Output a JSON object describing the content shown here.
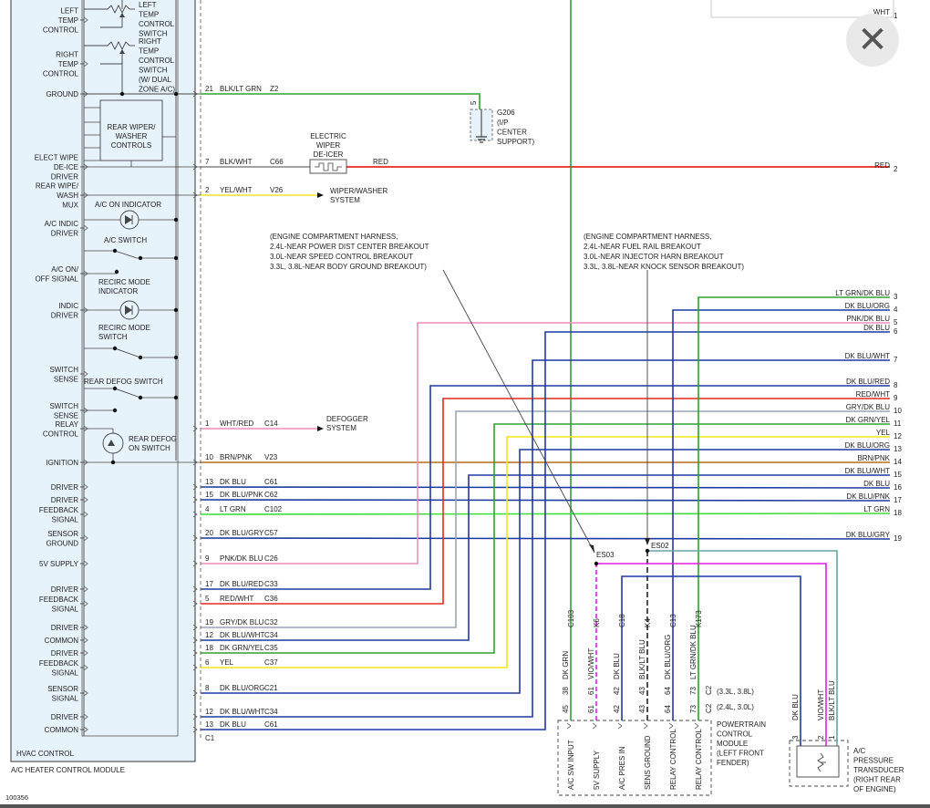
{
  "viewer": {
    "close_icon": "close-icon",
    "bottom_ref": "100356"
  },
  "module": {
    "name": "A/C HEATER CONTROL MODULE",
    "section": "HVAC CONTROL",
    "connector": "C1",
    "pins": [
      {
        "label": [
          "LEFT",
          "TEMP",
          "CONTROL"
        ],
        "pin": ""
      },
      {
        "label": [
          "RIGHT",
          "TEMP",
          "CONTROL"
        ],
        "pin": ""
      },
      {
        "label": [
          "GROUND"
        ],
        "pin": "21",
        "wire": "BLK/LT GRN",
        "circuit": "Z2"
      },
      {
        "label": [
          "ELECT WIPE",
          "DE-ICE",
          "DRIVER"
        ],
        "pin": "7",
        "wire": "BLK/WHT",
        "circuit": "C66"
      },
      {
        "label": [
          "REAR WIPE/",
          "WASH",
          "MUX"
        ],
        "pin": "2",
        "wire": "YEL/WHT",
        "circuit": "V26"
      },
      {
        "label": [
          "A/C INDIC",
          "DRIVER"
        ],
        "pin": ""
      },
      {
        "label": [
          "A/C ON/",
          "OFF SIGNAL"
        ],
        "pin": ""
      },
      {
        "label": [
          "INDIC",
          "DRIVER"
        ],
        "pin": ""
      },
      {
        "label": [
          "SWITCH",
          "SENSE"
        ],
        "pin": ""
      },
      {
        "label": [
          "SWITCH",
          "SENSE"
        ],
        "pin": ""
      },
      {
        "label": [
          "RELAY",
          "CONTROL"
        ],
        "pin": "1",
        "wire": "WHT/RED",
        "circuit": "C14"
      },
      {
        "label": [
          "IGNITION"
        ],
        "pin": "10",
        "wire": "BRN/PNK",
        "circuit": "V23"
      },
      {
        "label": [
          "DRIVER"
        ],
        "pin": "13",
        "wire": "DK BLU",
        "circuit": "C61"
      },
      {
        "label": [
          "DRIVER"
        ],
        "pin": "15",
        "wire": "DK BLU/PNK",
        "circuit": "C62"
      },
      {
        "label": [
          "FEEDBACK",
          "SIGNAL"
        ],
        "pin": "4",
        "wire": "LT GRN",
        "circuit": "C102"
      },
      {
        "label": [
          "SENSOR",
          "GROUND"
        ],
        "pin": "20",
        "wire": "DK BLU/GRY",
        "circuit": "C57"
      },
      {
        "label": [
          "5V SUPPLY"
        ],
        "pin": "9",
        "wire": "PNK/DK BLU",
        "circuit": "C26"
      },
      {
        "label": [
          "DRIVER"
        ],
        "pin": "17",
        "wire": "DK BLU/RED",
        "circuit": "C33"
      },
      {
        "label": [
          "FEEDBACK",
          "SIGNAL"
        ],
        "pin": "5",
        "wire": "RED/WHT",
        "circuit": "C36"
      },
      {
        "label": [
          "DRIVER"
        ],
        "pin": "19",
        "wire": "GRY/DK BLU",
        "circuit": "C32"
      },
      {
        "label": [
          "COMMON"
        ],
        "pin": "12",
        "wire": "DK BLU/WHT",
        "circuit": "C34"
      },
      {
        "label": [
          "DRIVER"
        ],
        "pin": "18",
        "wire": "DK GRN/YEL",
        "circuit": "C35"
      },
      {
        "label": [
          "FEEDBACK",
          "SIGNAL"
        ],
        "pin": "6",
        "wire": "YEL",
        "circuit": "C37"
      },
      {
        "label": [
          "SENSOR",
          "SIGNAL"
        ],
        "pin": "8",
        "wire": "DK BLU/ORG",
        "circuit": "C21"
      },
      {
        "label": [
          "DRIVER"
        ],
        "pin": "12",
        "wire": "DK BLU/WHT",
        "circuit": "C34"
      },
      {
        "label": [
          "COMMON"
        ],
        "pin": "13",
        "wire": "DK BLU",
        "circuit": "C61"
      }
    ],
    "internal": {
      "left_temp_switch": [
        "LEFT",
        "TEMP",
        "CONTROL",
        "SWITCH"
      ],
      "right_temp_switch": [
        "RIGHT",
        "TEMP",
        "CONTROL",
        "SWITCH",
        "(W/ DUAL",
        "ZONE A/C)"
      ],
      "rear_wiper_box": [
        "REAR WIPER/",
        "WASHER",
        "CONTROLS"
      ],
      "ac_on_indicator": "A/C ON INDICATOR",
      "ac_switch": "A/C SWITCH",
      "recirc_indicator": [
        "RECIRC MODE",
        "INDICATOR"
      ],
      "recirc_switch": [
        "RECIRC MODE",
        "SWITCH"
      ],
      "rear_defog_switch": "REAR DEFOG SWITCH",
      "rear_defog_on": [
        "REAR DEFOG",
        "ON SWITCH"
      ]
    }
  },
  "ground": {
    "name": "G206",
    "pin": "5",
    "desc": [
      "(I/P",
      "CENTER",
      "SUPPORT)"
    ]
  },
  "deicer": {
    "name": [
      "ELECTRIC",
      "WIPER",
      "DE-ICER"
    ],
    "wire": "RED"
  },
  "wiper_system": [
    "WIPER/WASHER",
    "SYSTEM"
  ],
  "defogger_system": [
    "DEFOGGER",
    "SYSTEM"
  ],
  "note_left": [
    "(ENGINE COMPARTMENT HARNESS,",
    "2.4L-NEAR POWER DIST CENTER BREAKOUT",
    "3.0L-NEAR SPEED CONTROL BREAKOUT",
    "3.3L, 3.8L-NEAR BODY GROUND BREAKOUT)"
  ],
  "note_right": [
    "(ENGINE COMPARTMENT HARNESS,",
    "2.4L-NEAR FUEL RAIL BREAKOUT",
    "3.0L-NEAR INJECTOR HARN BREAKOUT",
    "3.3L, 3.8L-NEAR KNOCK SENSOR BREAKOUT)"
  ],
  "splices": {
    "es03": "ES03",
    "es02": "ES02"
  },
  "right_connector": [
    {
      "wire": "WHT",
      "pin": "1"
    },
    {
      "wire": "RED",
      "pin": "2"
    },
    {
      "wire": "LT GRN/DK BLU",
      "pin": "3"
    },
    {
      "wire": "DK BLU/ORG",
      "pin": "4"
    },
    {
      "wire": "PNK/DK BLU",
      "pin": "5"
    },
    {
      "wire": "DK BLU",
      "pin": "6"
    },
    {
      "wire": "DK BLU/WHT",
      "pin": "7"
    },
    {
      "wire": "DK BLU/RED",
      "pin": "8"
    },
    {
      "wire": "RED/WHT",
      "pin": "9"
    },
    {
      "wire": "GRY/DK BLU",
      "pin": "10"
    },
    {
      "wire": "DK GRN/YEL",
      "pin": "11"
    },
    {
      "wire": "YEL",
      "pin": "12"
    },
    {
      "wire": "DK BLU/ORG",
      "pin": "13"
    },
    {
      "wire": "BRN/PNK",
      "pin": "14"
    },
    {
      "wire": "DK BLU/WHT",
      "pin": "15"
    },
    {
      "wire": "DK BLU",
      "pin": "16"
    },
    {
      "wire": "DK BLU/PNK",
      "pin": "17"
    },
    {
      "wire": "LT GRN",
      "pin": "18"
    },
    {
      "wire": "DK BLU/GRY",
      "pin": "19"
    }
  ],
  "pcm": {
    "name": [
      "POWERTRAIN",
      "CONTROL",
      "MODULE",
      "(LEFT FRONT",
      "FENDER)"
    ],
    "c2_note_a": "(3.3L, 3.8L)",
    "c2_note_b": "(2.4L, 3.0L)",
    "c2": "C2",
    "pins": [
      {
        "circuit": "C103",
        "wire": "DK GRN",
        "pin_a": "38",
        "pin_b": "45",
        "func": "A/C SW INPUT"
      },
      {
        "circuit": "K6",
        "wire": "VIO/WHT",
        "pin_a": "61",
        "pin_b": "61",
        "func": "5V SUPPLY"
      },
      {
        "circuit": "C18",
        "wire": "DK BLU",
        "pin_a": "42",
        "pin_b": "42",
        "func": "A/C PRES IN"
      },
      {
        "circuit": "K4",
        "wire": "BLK/LT BLU",
        "pin_a": "43",
        "pin_b": "43",
        "func": "SENS GROUND"
      },
      {
        "circuit": "C13",
        "wire": "DK BLU/ORG",
        "pin_a": "64",
        "pin_b": "64",
        "func": "RELAY CONTROL"
      },
      {
        "circuit": "K173",
        "wire": "LT GRN/DK BLU",
        "pin_a": "73",
        "pin_b": "73",
        "func": "RELAY CONTROL"
      }
    ]
  },
  "transducer": {
    "name": [
      "A/C",
      "PRESSURE",
      "TRANSDUCER",
      "(RIGHT REAR",
      "OF ENGINE)"
    ],
    "pins": [
      {
        "pin": "3",
        "wire": "DK BLU"
      },
      {
        "pin": "2",
        "wire": "VIO/WHT"
      },
      {
        "pin": "1",
        "wire": "BLK/LT BLU"
      }
    ]
  }
}
